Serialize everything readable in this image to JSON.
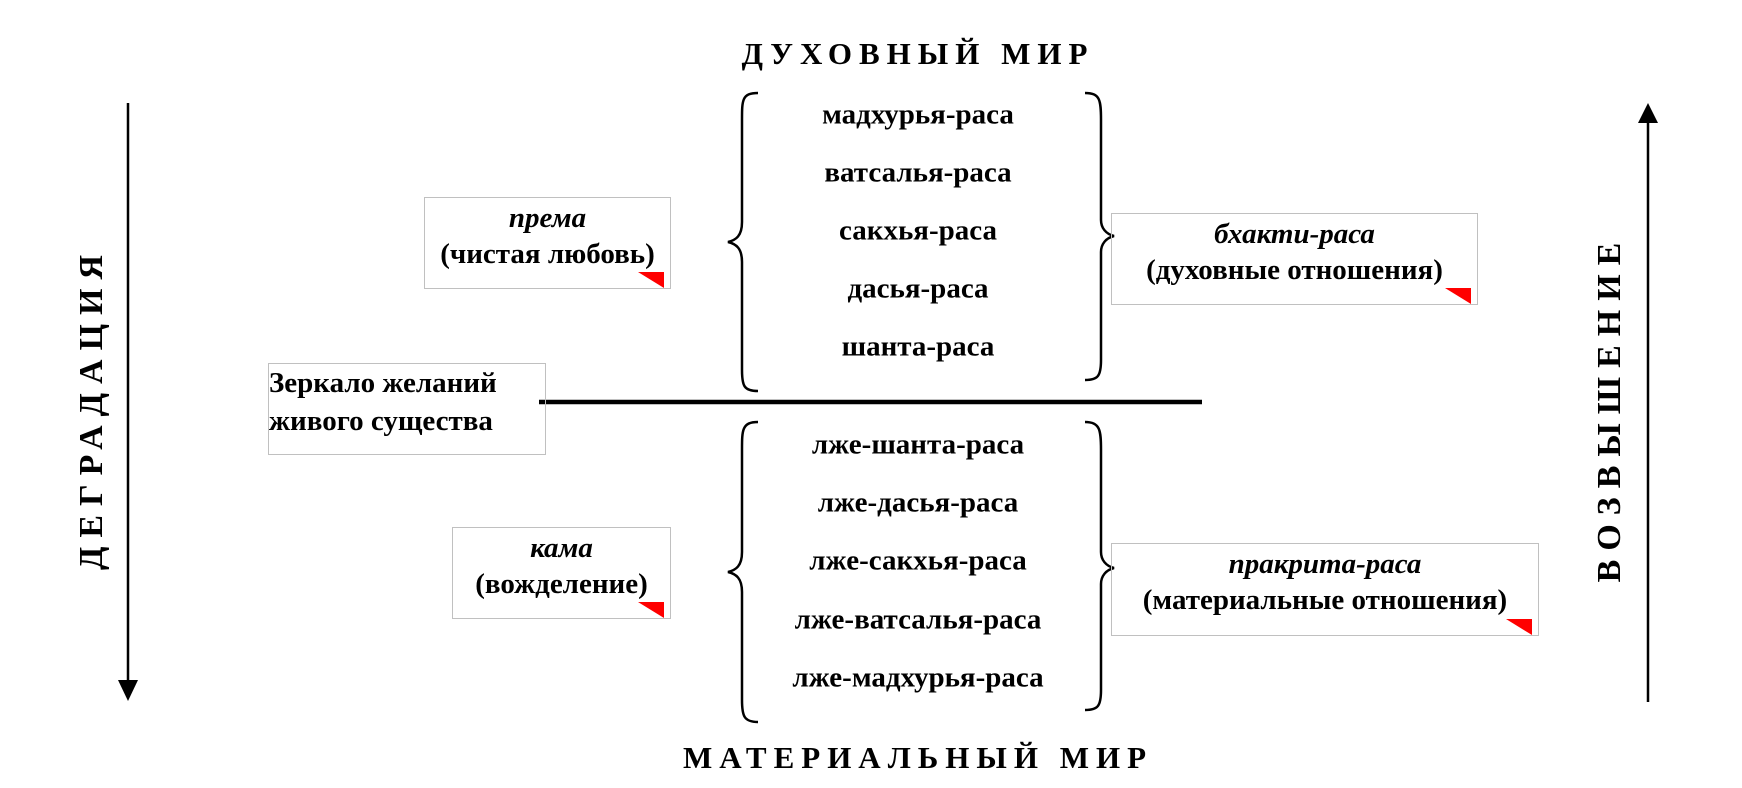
{
  "top_title": "ДУХОВНЫЙ МИР",
  "bottom_title": "МАТЕРИАЛЬНЫЙ МИР",
  "left_label": "ДЕГРАДАЦИЯ",
  "right_label": "ВОЗВЫШЕНИЕ",
  "spiritual_rasas": [
    "мадхурья-раса",
    "ватсалья-раса",
    "сакхья-раса",
    "дасья-раса",
    "шанта-раса"
  ],
  "material_rasas": [
    "лже-шанта-раса",
    "лже-дасья-раса",
    "лже-сакхья-раса",
    "лже-ватсалья-раса",
    "лже-мадхурья-раса"
  ],
  "boxes": {
    "prema": {
      "title": "према",
      "subtitle": "(чистая любовь)"
    },
    "bhakti": {
      "title": "бхакти-раса",
      "subtitle": "(духовные отношения)"
    },
    "mirror": {
      "line1": "Зеркало желаний",
      "line2": "живого существа"
    },
    "kama": {
      "title": "кама",
      "subtitle": "(вожделение)"
    },
    "prakrita": {
      "title": "пракрита-раса",
      "subtitle": "(материальные отношения)"
    }
  },
  "colors": {
    "marker": "#ff0000",
    "box_border": "#c0c0c0"
  }
}
